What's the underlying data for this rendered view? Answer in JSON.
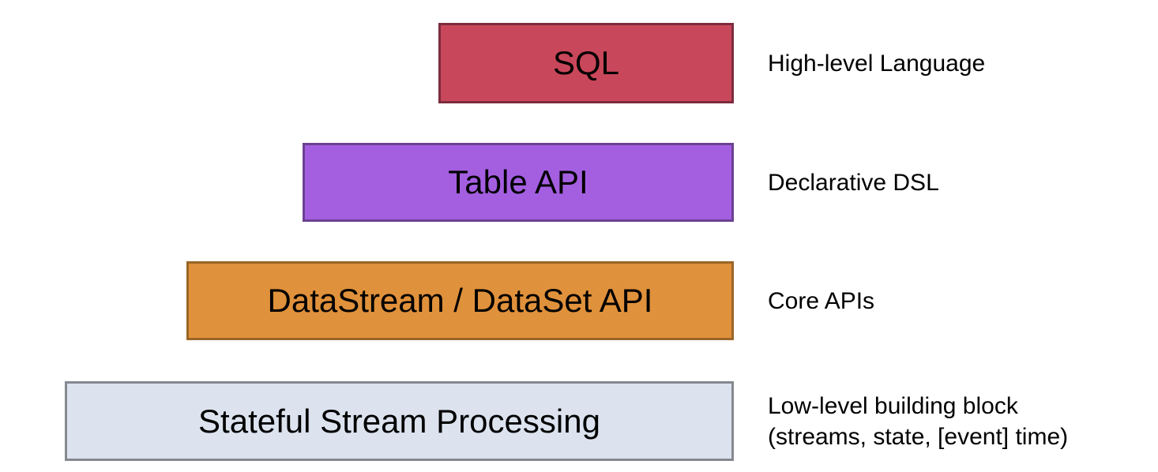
{
  "layers": [
    {
      "id": "sql",
      "label": "SQL",
      "annotation": "High-level Language",
      "fill": "#C9475A",
      "border": "#7C2C3E"
    },
    {
      "id": "table-api",
      "label": "Table API",
      "annotation": "Declarative DSL",
      "fill": "#A45FE1",
      "border": "#6B4191"
    },
    {
      "id": "datastream-dataset-api",
      "label": "DataStream / DataSet API",
      "annotation": "Core APIs",
      "fill": "#E0913B",
      "border": "#9A6527"
    },
    {
      "id": "stateful-stream-processing",
      "label": "Stateful Stream Processing",
      "annotation": "Low-level building block\n(streams, state, [event] time)",
      "fill": "#DCE3EF",
      "border": "#85898F"
    }
  ]
}
